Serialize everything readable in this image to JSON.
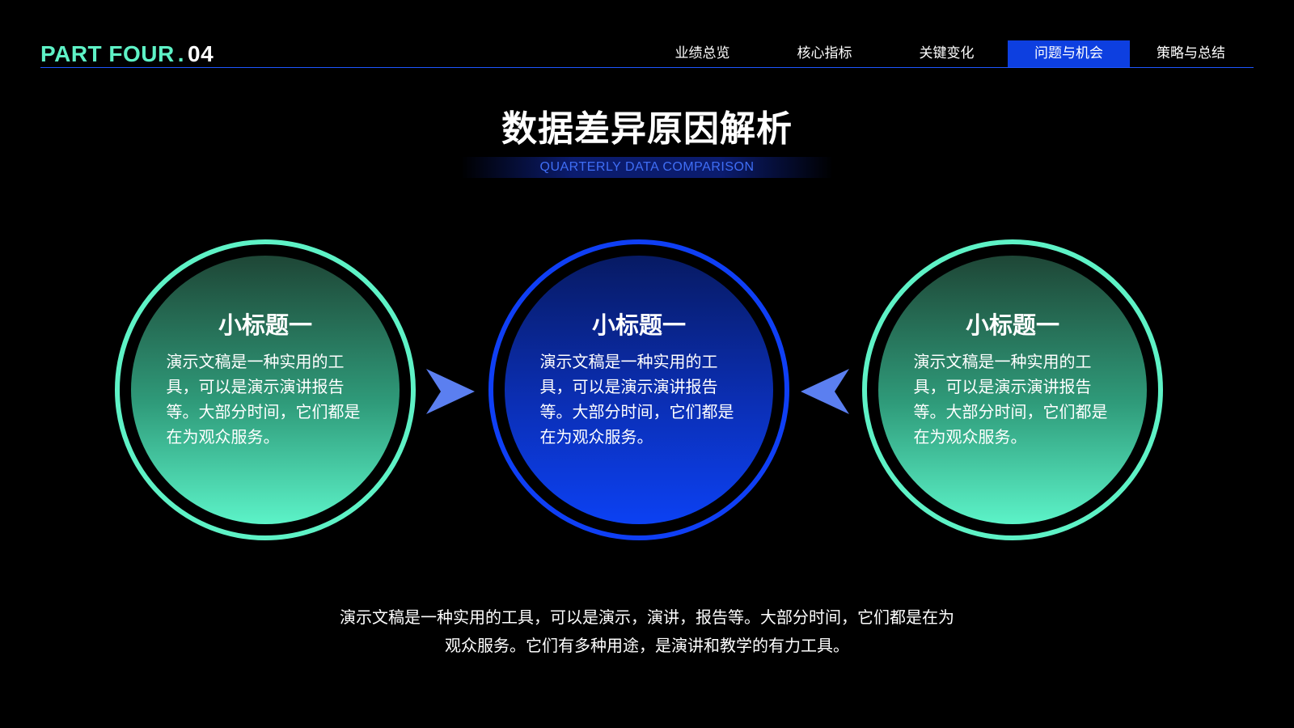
{
  "header": {
    "brand_text": "PART FOUR",
    "brand_sep": ".",
    "brand_num": "04",
    "nav": [
      {
        "label": "业绩总览",
        "active": false
      },
      {
        "label": "核心指标",
        "active": false
      },
      {
        "label": "关键变化",
        "active": false
      },
      {
        "label": "问题与机会",
        "active": true
      },
      {
        "label": "策略与总结",
        "active": false
      }
    ]
  },
  "main": {
    "title": "数据差异原因解析",
    "subtitle": "QUARTERLY DATA COMPARISON",
    "cards": [
      {
        "title": "小标题一",
        "text": "演示文稿是一种实用的工具，可以是演示演讲报告等。大部分时间，它们都是在为观众服务。"
      },
      {
        "title": "小标题一",
        "text": "演示文稿是一种实用的工具，可以是演示演讲报告等。大部分时间，它们都是在为观众服务。"
      },
      {
        "title": "小标题一",
        "text": "演示文稿是一种实用的工具，可以是演示演讲报告等。大部分时间，它们都是在为观众服务。"
      }
    ],
    "body_line1": "演示文稿是一种实用的工具，可以是演示，演讲，报告等。大部分时间，它们都是在为",
    "body_line2": "观众服务。它们有多种用途，是演讲和教学的有力工具。"
  },
  "colors": {
    "accent_green": "#5ef2c6",
    "accent_blue": "#0f3ff5",
    "arrow": "#5b7ff0",
    "background": "#000000"
  },
  "icons": {
    "left_arrow": "arrow-right-icon",
    "right_arrow": "arrow-left-icon"
  }
}
